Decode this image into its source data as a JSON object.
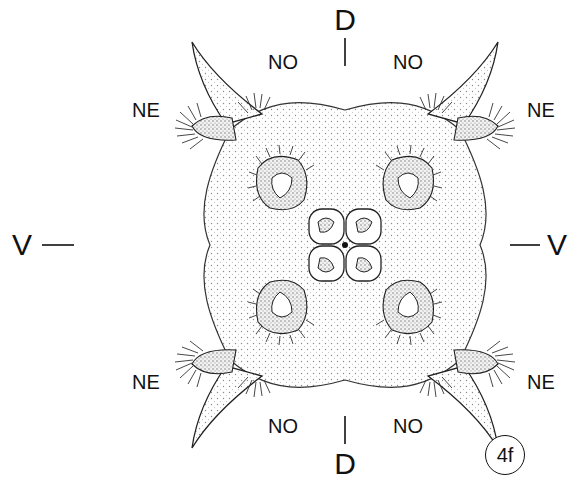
{
  "diagram": {
    "nodes": [
      {
        "text": [
          "4f"
        ]
      }
    ],
    "labels": [
      "D",
      "NO",
      "NO",
      "NE",
      "NE",
      "V",
      "V",
      "NE",
      "NE",
      "NO",
      "NO",
      "D"
    ]
  }
}
